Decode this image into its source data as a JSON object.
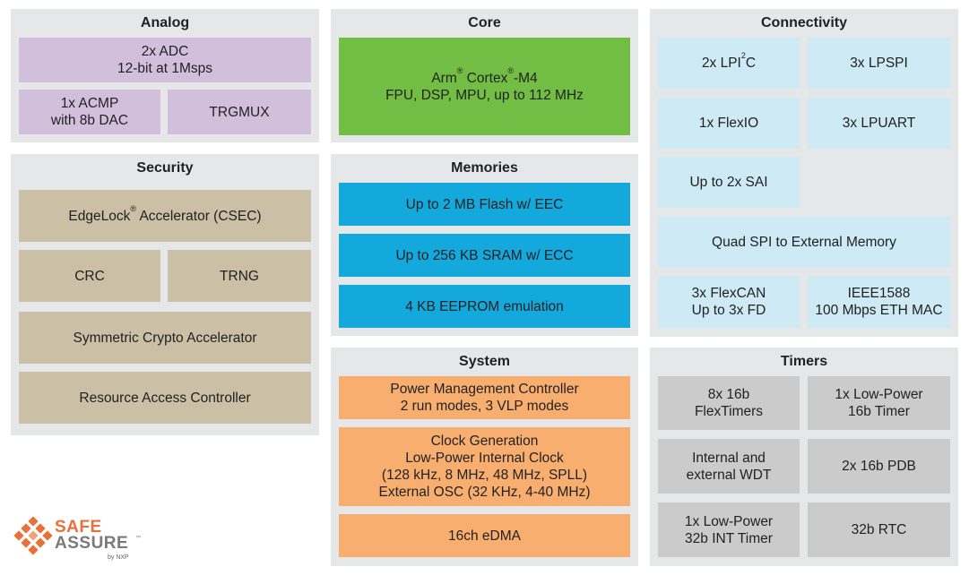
{
  "panels": {
    "analog": {
      "title": "Analog",
      "adc": [
        "2x ADC",
        "12-bit at 1Msps"
      ],
      "acmp": [
        "1x ACMP",
        "with 8b DAC"
      ],
      "trgmux": "TRGMUX"
    },
    "core": {
      "title": "Core",
      "cpu_line1": {
        "a": "Arm",
        "sup1": "®",
        "b": " Cortex",
        "sup2": "®",
        "c": "-M4"
      },
      "cpu_line2": "FPU, DSP, MPU, up to 112 MHz"
    },
    "connectivity": {
      "title": "Connectivity",
      "lpi2c": {
        "a": "2x LPI",
        "sup": "2",
        "b": "C"
      },
      "lpspi": "3x LPSPI",
      "flexio": "1x FlexIO",
      "lpuart": "3x LPUART",
      "sai": "Up to 2x SAI",
      "quadspi": "Quad SPI to External Memory",
      "flexcan": [
        "3x FlexCAN",
        "Up to 3x FD"
      ],
      "ethernet": [
        "IEEE1588",
        "100 Mbps ETH MAC"
      ]
    },
    "security": {
      "title": "Security",
      "edgelock": {
        "a": "EdgeLock",
        "sup": "®",
        "b": " Accelerator (CSEC)"
      },
      "crc": "CRC",
      "trng": "TRNG",
      "crypto": "Symmetric Crypto Accelerator",
      "rac": "Resource Access Controller"
    },
    "memories": {
      "title": "Memories",
      "flash": "Up to 2 MB Flash w/ EEC",
      "sram": "Up to 256 KB SRAM w/ ECC",
      "eeprom": "4 KB EEPROM emulation"
    },
    "system": {
      "title": "System",
      "pmc": [
        "Power Management Controller",
        "2 run modes, 3 VLP modes"
      ],
      "clock": [
        "Clock Generation",
        "Low-Power Internal Clock",
        "(128 kHz, 8 MHz, 48 MHz, SPLL)",
        "External OSC (32 KHz, 4-40 MHz)"
      ],
      "edma": "16ch eDMA"
    },
    "timers": {
      "title": "Timers",
      "flextimers": [
        "8x 16b",
        "FlexTimers"
      ],
      "lptimer": [
        "1x Low-Power",
        "16b Timer"
      ],
      "wdt": [
        "Internal and",
        "external WDT"
      ],
      "pdb": "2x 16b PDB",
      "lpit": [
        "1x Low-Power",
        "32b INT Timer"
      ],
      "rtc": "32b RTC"
    }
  },
  "logo": {
    "line1": "SAFE",
    "line2": "ASSURE",
    "tm": "™",
    "sub": "by NXP"
  },
  "colors": {
    "panel": "#e6e7e8",
    "analog": "#d2bfdc",
    "core": "#72be44",
    "connectivity": "#cdeaf5",
    "security": "#cbbfa5",
    "memories": "#14a9dd",
    "system": "#f7ae6f",
    "timers": "#cbcbcb",
    "logo_orange": "#e8703a",
    "logo_gray": "#7a7a7a"
  }
}
